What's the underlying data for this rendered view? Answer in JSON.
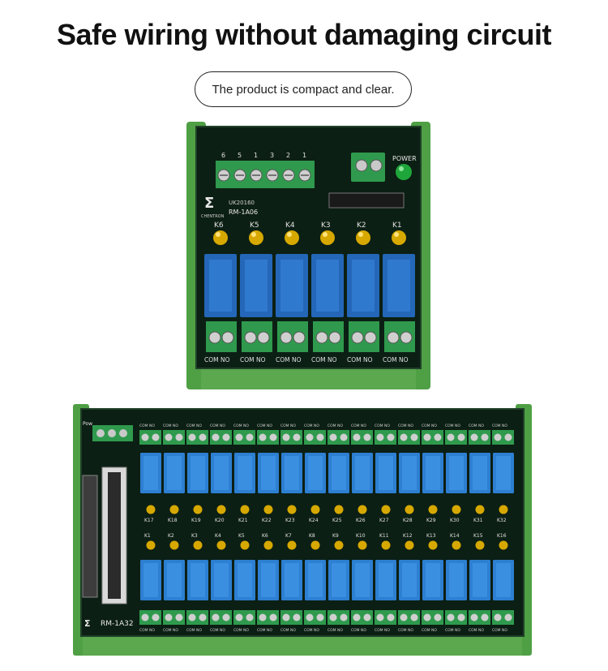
{
  "headline": "Safe wiring without damaging circuit",
  "caption": "The product is compact and clear.",
  "board_small": {
    "brand": "CHENTRON",
    "part_code": "UK20160",
    "model": "RM-1A06",
    "power_label": "POWER",
    "input_pins": [
      "6",
      "5",
      "1",
      "3",
      "2",
      "1"
    ],
    "relay_labels": [
      "K6",
      "K5",
      "K4",
      "K3",
      "K2",
      "K1"
    ],
    "terminal_label": "COM NO"
  },
  "board_large": {
    "model": "RM-1A32",
    "power_label": "Pow",
    "top_row_labels": [
      "K17",
      "K18",
      "K19",
      "K20",
      "K21",
      "K22",
      "K23",
      "K24",
      "K25",
      "K26",
      "K27",
      "K28",
      "K29",
      "K30",
      "K31",
      "K32"
    ],
    "bottom_row_labels": [
      "K1",
      "K2",
      "K3",
      "K4",
      "K5",
      "K6",
      "K7",
      "K8",
      "K9",
      "K10",
      "K11",
      "K12",
      "K13",
      "K14",
      "K15",
      "K16"
    ],
    "terminal_label": "COM NO"
  }
}
